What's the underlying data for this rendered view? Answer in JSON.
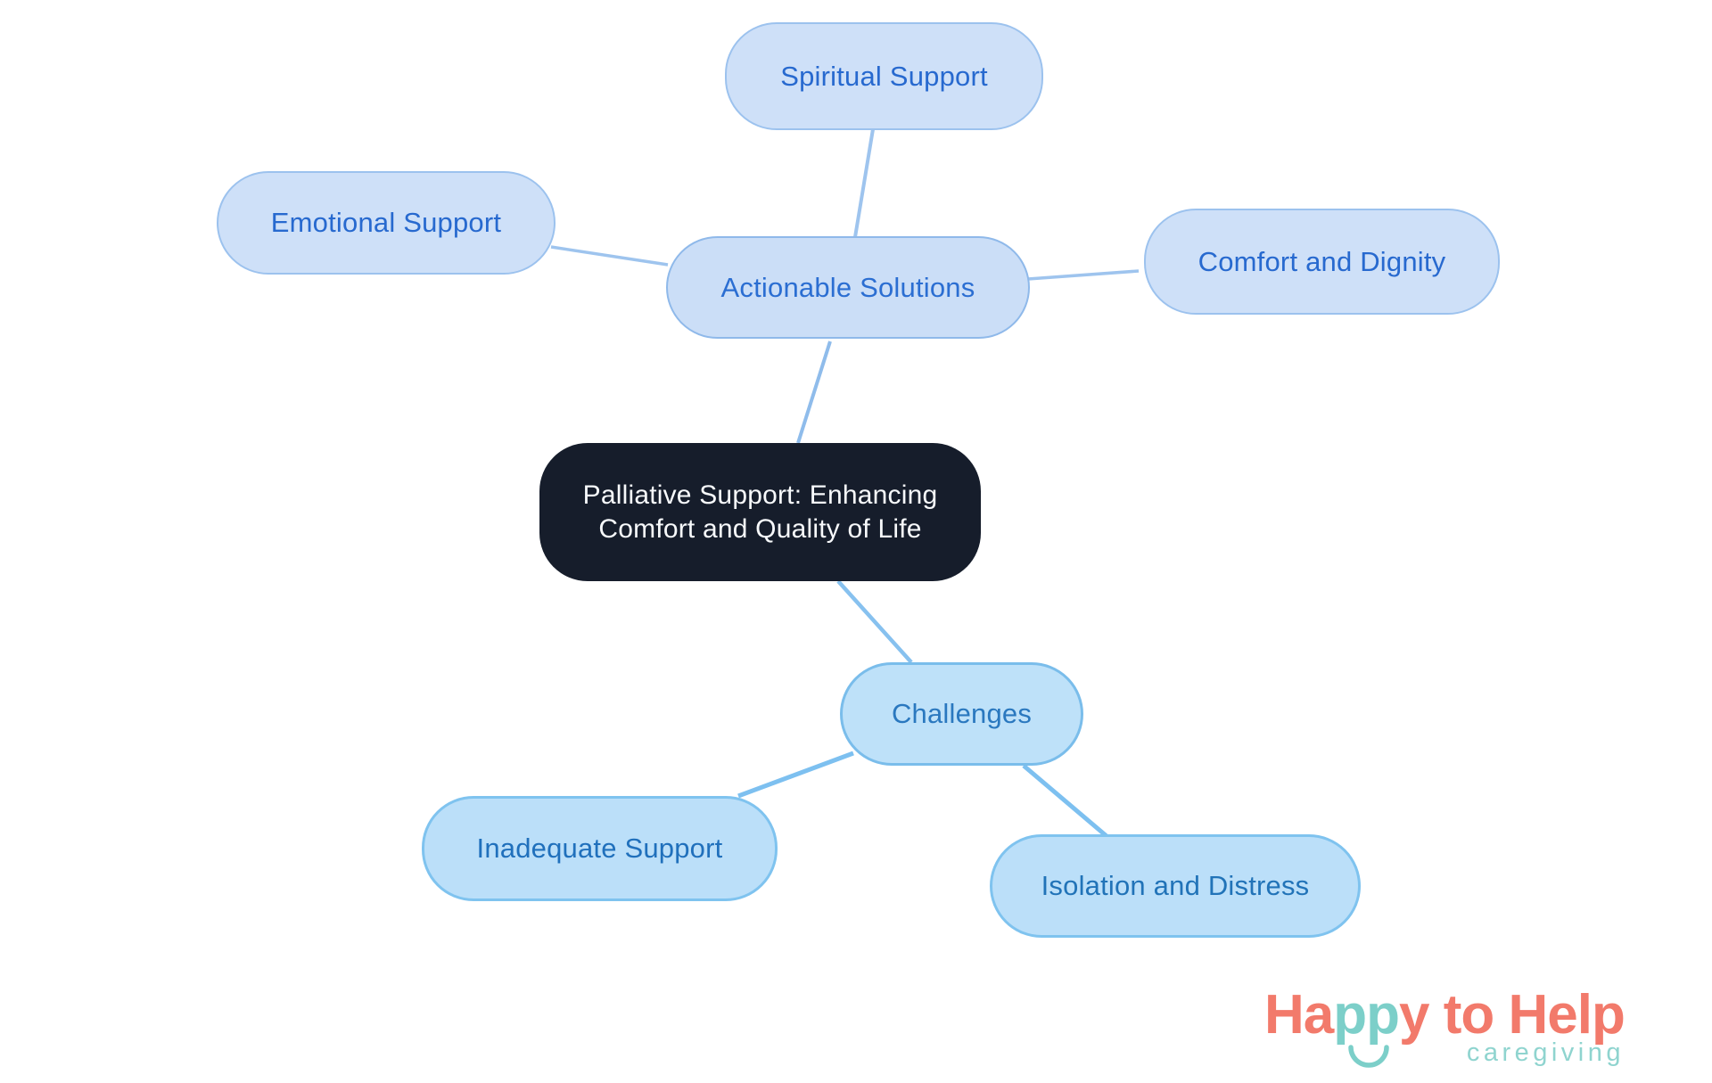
{
  "diagram": {
    "background_color": "#ffffff",
    "central_node": {
      "label_line1": "Palliative Support: Enhancing",
      "label_line2": "Comfort and Quality of Life",
      "fill": "#161D2B",
      "text_color": "#F7F9FB"
    },
    "nodes": [
      {
        "id": "spiritual-support",
        "label": "Spiritual Support",
        "fill": "#CEE0F8",
        "border": "#9CC2EE",
        "text_color": "#2769CF"
      },
      {
        "id": "emotional-support",
        "label": "Emotional Support",
        "fill": "#CEE0F8",
        "border": "#9CC2EE",
        "text_color": "#2769CF"
      },
      {
        "id": "actionable-solutions",
        "label": "Actionable Solutions",
        "fill": "#CBDEF7",
        "border": "#8FB9EA",
        "text_color": "#2B6ED2"
      },
      {
        "id": "comfort-and-dignity",
        "label": "Comfort and Dignity",
        "fill": "#CEE0F8",
        "border": "#9CC2EE",
        "text_color": "#2769CF"
      },
      {
        "id": "challenges",
        "label": "Challenges",
        "fill": "#BEE1F9",
        "border": "#7ABDEB",
        "text_color": "#2A78BF"
      },
      {
        "id": "inadequate-support",
        "label": "Inadequate Support",
        "fill": "#BBDFF9",
        "border": "#7FC3EF",
        "text_color": "#2070BC"
      },
      {
        "id": "isolation-and-distress",
        "label": "Isolation and Distress",
        "fill": "#BBDFF9",
        "border": "#7FC3EF",
        "text_color": "#2173B8"
      }
    ],
    "connector_colors": {
      "actionable_child": "#9EC4EE",
      "center_actionable": "#8FBCEB",
      "center_challenges": "#87C1EF",
      "challenges_child": "#7DC0F0"
    }
  },
  "logo": {
    "happy_ha": "Ha",
    "happy_pp": "pp",
    "happy_y": "y",
    "to_help": " to Help",
    "tagline": "caregiving",
    "coral": "#F27A6B",
    "teal": "#7CCFC9",
    "tagline_teal": "#8FD4CF",
    "smile_icon": "smile-arc-icon"
  }
}
